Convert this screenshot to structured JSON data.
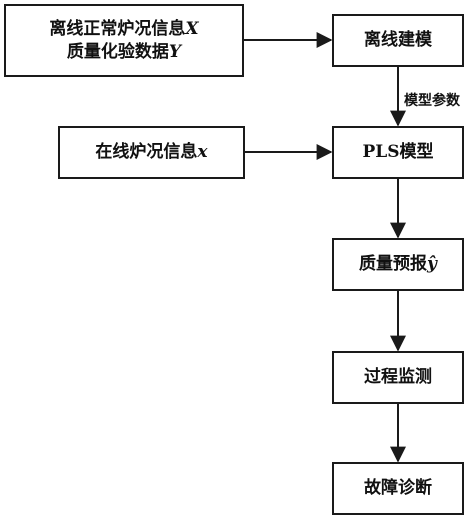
{
  "nodes": {
    "offline_data": {
      "line1": "离线正常炉况信息",
      "line1_var": "X",
      "line2": "质量化验数据",
      "line2_var": "Y"
    },
    "offline_model": {
      "label": "离线建模"
    },
    "online_data": {
      "label": "在线炉况信息",
      "var": "x"
    },
    "pls_model": {
      "label": "PLS模型"
    },
    "quality_pred": {
      "label": "质量预报",
      "var": "ŷ"
    },
    "monitor": {
      "label": "过程监测"
    },
    "diagnosis": {
      "label": "故障诊断"
    }
  },
  "edges": {
    "model_params_label": "模型参数"
  },
  "colors": {
    "stroke": "#1a1a1a",
    "background": "#ffffff"
  }
}
